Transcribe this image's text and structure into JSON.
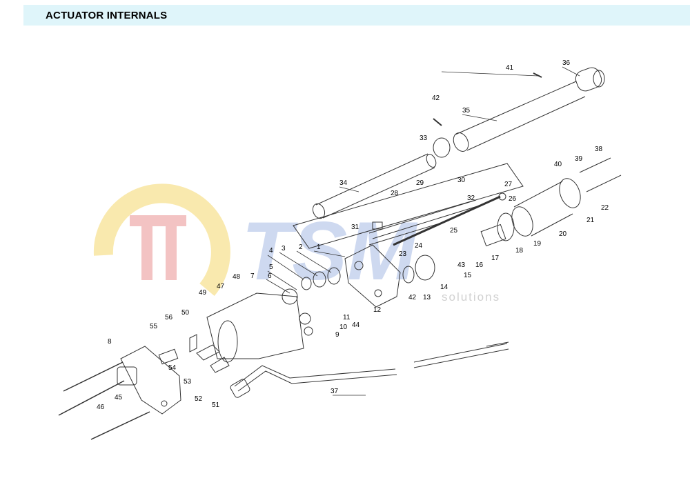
{
  "header": {
    "title": "ACTUATOR INTERNALS"
  },
  "watermark": {
    "brand": "TSM",
    "tagline": "solutions"
  },
  "colors": {
    "header_band": "#dff5fa",
    "watermark_red": "#f2b9b9",
    "watermark_yellow": "#f9e6a0",
    "watermark_blue": "#b8c7ea",
    "line": "#333333"
  },
  "part_labels": [
    "1",
    "2",
    "3",
    "4",
    "5",
    "6",
    "7",
    "8",
    "9",
    "10",
    "11",
    "12",
    "13",
    "14",
    "15",
    "16",
    "17",
    "18",
    "19",
    "20",
    "21",
    "22",
    "23",
    "24",
    "25",
    "26",
    "27",
    "28",
    "29",
    "30",
    "31",
    "32",
    "33",
    "34",
    "35",
    "36",
    "37",
    "38",
    "39",
    "40",
    "41",
    "42",
    "42",
    "43",
    "44",
    "45",
    "46",
    "47",
    "48",
    "49",
    "50",
    "51",
    "52",
    "53",
    "54",
    "55",
    "56"
  ]
}
